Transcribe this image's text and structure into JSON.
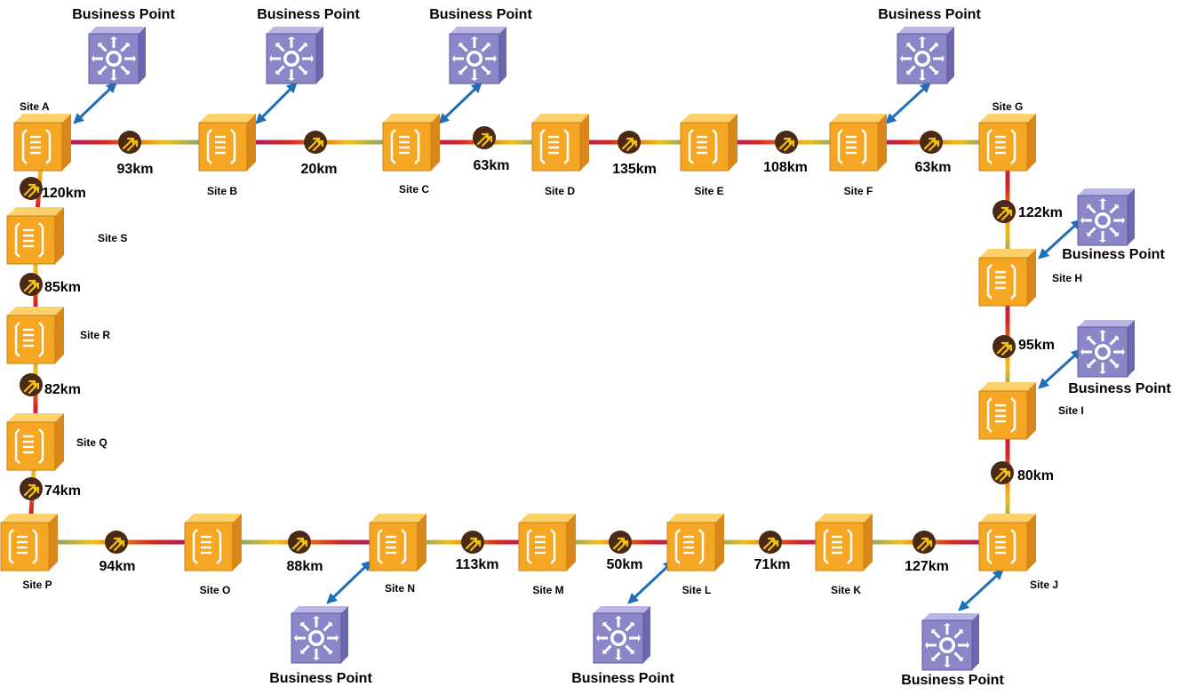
{
  "colors": {
    "node_front": "#F5A623",
    "node_top": "#FCD06B",
    "node_side": "#D9861A",
    "bp_front": "#8A86C8",
    "bp_top": "#B9B6E6",
    "bp_side": "#6C68AE",
    "amp": "#4A2A14",
    "bp_link": "#1E6FB8",
    "fiber": [
      "#8B1A8B",
      "#D7261E",
      "#F2C012",
      "#3F8FB0"
    ]
  },
  "icons": {
    "site": "optical-node-icon",
    "business_point": "router-icon",
    "amplifier": "optical-amplifier-icon"
  },
  "sites": [
    {
      "id": "A",
      "label": "Site A"
    },
    {
      "id": "B",
      "label": "Site B"
    },
    {
      "id": "C",
      "label": "Site C"
    },
    {
      "id": "D",
      "label": "Site D"
    },
    {
      "id": "E",
      "label": "Site E"
    },
    {
      "id": "F",
      "label": "Site F"
    },
    {
      "id": "G",
      "label": "Site G"
    },
    {
      "id": "H",
      "label": "Site H"
    },
    {
      "id": "I",
      "label": "Site I"
    },
    {
      "id": "J",
      "label": "Site J"
    },
    {
      "id": "K",
      "label": "Site K"
    },
    {
      "id": "L",
      "label": "Site L"
    },
    {
      "id": "M",
      "label": "Site M"
    },
    {
      "id": "N",
      "label": "Site N"
    },
    {
      "id": "O",
      "label": "Site O"
    },
    {
      "id": "P",
      "label": "Site P"
    },
    {
      "id": "Q",
      "label": "Site Q"
    },
    {
      "id": "R",
      "label": "Site R"
    },
    {
      "id": "S",
      "label": "Site S"
    }
  ],
  "links": [
    {
      "from": "A",
      "to": "B",
      "distance": "93km"
    },
    {
      "from": "B",
      "to": "C",
      "distance": "20km"
    },
    {
      "from": "C",
      "to": "D",
      "distance": "63km"
    },
    {
      "from": "D",
      "to": "E",
      "distance": "135km"
    },
    {
      "from": "E",
      "to": "F",
      "distance": "108km"
    },
    {
      "from": "F",
      "to": "G",
      "distance": "63km"
    },
    {
      "from": "G",
      "to": "H",
      "distance": "122km"
    },
    {
      "from": "H",
      "to": "I",
      "distance": "95km"
    },
    {
      "from": "I",
      "to": "J",
      "distance": "80km"
    },
    {
      "from": "J",
      "to": "K",
      "distance": "127km"
    },
    {
      "from": "K",
      "to": "L",
      "distance": "71km"
    },
    {
      "from": "L",
      "to": "M",
      "distance": "50km"
    },
    {
      "from": "M",
      "to": "N",
      "distance": "113km"
    },
    {
      "from": "N",
      "to": "O",
      "distance": "88km"
    },
    {
      "from": "O",
      "to": "P",
      "distance": "94km"
    },
    {
      "from": "P",
      "to": "Q",
      "distance": "74km"
    },
    {
      "from": "Q",
      "to": "R",
      "distance": "82km"
    },
    {
      "from": "R",
      "to": "S",
      "distance": "85km"
    },
    {
      "from": "S",
      "to": "A",
      "distance": "120km"
    }
  ],
  "business_points": [
    {
      "site": "A",
      "label": "Business Point"
    },
    {
      "site": "B",
      "label": "Business Point"
    },
    {
      "site": "C",
      "label": "Business Point"
    },
    {
      "site": "F",
      "label": "Business Point"
    },
    {
      "site": "H",
      "label": "Business Point"
    },
    {
      "site": "I",
      "label": "Business Point"
    },
    {
      "site": "J",
      "label": "Business Point"
    },
    {
      "site": "L",
      "label": "Business Point"
    },
    {
      "site": "N",
      "label": "Business Point"
    }
  ]
}
